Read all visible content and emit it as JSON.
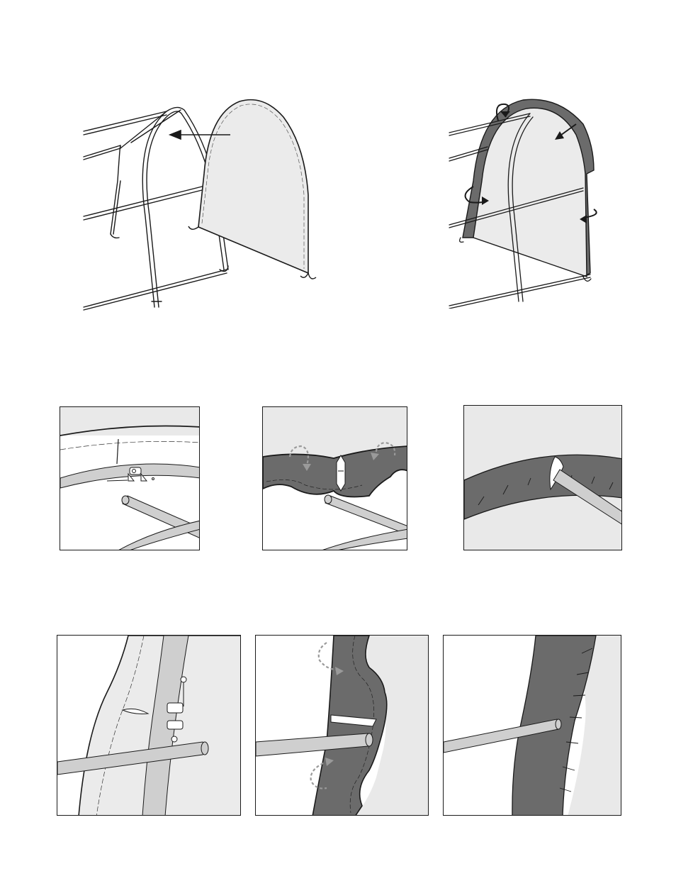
{
  "page": {
    "illustrations": [
      {
        "id": "fig-1",
        "icon": "cover-slide-onto-frame-illustration"
      },
      {
        "id": "fig-2",
        "icon": "cover-wrap-around-frame-illustration"
      },
      {
        "id": "fig-3a",
        "icon": "bracket-bolt-detail-illustration"
      },
      {
        "id": "fig-3b",
        "icon": "pole-pocket-fold-detail-illustration"
      },
      {
        "id": "fig-3c",
        "icon": "pole-through-slit-detail-illustration"
      },
      {
        "id": "fig-4a",
        "icon": "side-bracket-bolt-detail-illustration"
      },
      {
        "id": "fig-4b",
        "icon": "side-pocket-fold-detail-illustration"
      },
      {
        "id": "fig-4c",
        "icon": "side-pole-through-slit-detail-illustration"
      }
    ],
    "colors": {
      "line": "#1a1a1a",
      "cover_light": "#ebebeb",
      "cover_dark": "#6b6b6b",
      "pipe": "#cfcfcf",
      "panel_bg": "#e9e9e9",
      "arrow_dashed": "#9a9a9a"
    }
  }
}
